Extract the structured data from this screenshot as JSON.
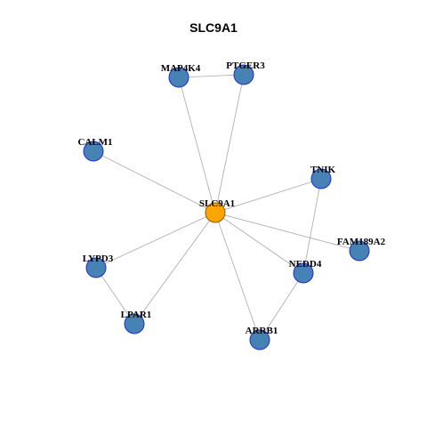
{
  "title": "SLC9A1",
  "colors": {
    "center_fill": "#FFA500",
    "center_stroke": "#8B5A00",
    "node_fill": "#4682B4",
    "node_stroke": "#1F2FD0",
    "edge": "#A8A8A8"
  },
  "nodes": [
    {
      "id": "SLC9A1",
      "label": "SLC9A1",
      "center": true
    },
    {
      "id": "MAP4K4",
      "label": "MAP4K4"
    },
    {
      "id": "PTGER3",
      "label": "PTGER3"
    },
    {
      "id": "CALM1",
      "label": "CALM1"
    },
    {
      "id": "TNIK",
      "label": "TNIK"
    },
    {
      "id": "FAM189A2",
      "label": "FAM189A2"
    },
    {
      "id": "NEDD4",
      "label": "NEDD4"
    },
    {
      "id": "LYPD3",
      "label": "LYPD3"
    },
    {
      "id": "LPAR1",
      "label": "LPAR1"
    },
    {
      "id": "ARRB1",
      "label": "ARRB1"
    }
  ],
  "edges": [
    [
      "SLC9A1",
      "MAP4K4"
    ],
    [
      "SLC9A1",
      "PTGER3"
    ],
    [
      "SLC9A1",
      "CALM1"
    ],
    [
      "SLC9A1",
      "TNIK"
    ],
    [
      "SLC9A1",
      "FAM189A2"
    ],
    [
      "SLC9A1",
      "NEDD4"
    ],
    [
      "SLC9A1",
      "LYPD3"
    ],
    [
      "SLC9A1",
      "LPAR1"
    ],
    [
      "SLC9A1",
      "ARRB1"
    ],
    [
      "MAP4K4",
      "PTGER3"
    ],
    [
      "TNIK",
      "NEDD4"
    ],
    [
      "NEDD4",
      "ARRB1"
    ],
    [
      "LYPD3",
      "LPAR1"
    ]
  ]
}
